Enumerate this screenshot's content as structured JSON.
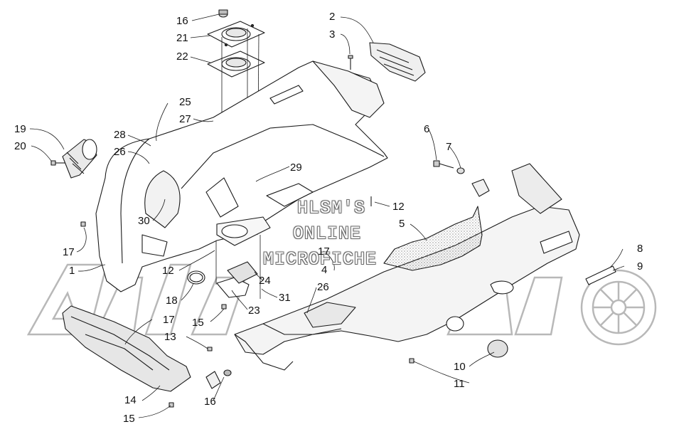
{
  "diagram": {
    "callouts": [
      {
        "id": "c16a",
        "text": "16"
      },
      {
        "id": "c21",
        "text": "21"
      },
      {
        "id": "c22",
        "text": "22"
      },
      {
        "id": "c2",
        "text": "2"
      },
      {
        "id": "c3",
        "text": "3"
      },
      {
        "id": "c25",
        "text": "25"
      },
      {
        "id": "c27",
        "text": "27"
      },
      {
        "id": "c19",
        "text": "19"
      },
      {
        "id": "c20",
        "text": "20"
      },
      {
        "id": "c28",
        "text": "28"
      },
      {
        "id": "c26a",
        "text": "26"
      },
      {
        "id": "c29",
        "text": "29"
      },
      {
        "id": "c6",
        "text": "6"
      },
      {
        "id": "c7",
        "text": "7"
      },
      {
        "id": "c12a",
        "text": "12"
      },
      {
        "id": "c5",
        "text": "5"
      },
      {
        "id": "c30",
        "text": "30"
      },
      {
        "id": "c17a",
        "text": "17"
      },
      {
        "id": "c1",
        "text": "1"
      },
      {
        "id": "c12b",
        "text": "12"
      },
      {
        "id": "c17b",
        "text": "17"
      },
      {
        "id": "c4",
        "text": "4"
      },
      {
        "id": "c24",
        "text": "24"
      },
      {
        "id": "c8",
        "text": "8"
      },
      {
        "id": "c9",
        "text": "9"
      },
      {
        "id": "c18",
        "text": "18"
      },
      {
        "id": "c31",
        "text": "31"
      },
      {
        "id": "c26b",
        "text": "26"
      },
      {
        "id": "c23",
        "text": "23"
      },
      {
        "id": "c15a",
        "text": "15"
      },
      {
        "id": "c17c",
        "text": "17"
      },
      {
        "id": "c13",
        "text": "13"
      },
      {
        "id": "c10",
        "text": "10"
      },
      {
        "id": "c11",
        "text": "11"
      },
      {
        "id": "c14",
        "text": "14"
      },
      {
        "id": "c16b",
        "text": "16"
      },
      {
        "id": "c15b",
        "text": "15"
      }
    ],
    "watermark": {
      "line1": "HLSM'S",
      "line2": "ONLINE",
      "line3": "MICROFICHE"
    },
    "background_logo_text": "Arctic Cat",
    "colors": {
      "line": "#1a1a1a",
      "logo_outline": "#b8b8b8",
      "watermark_outline": "#6b6b6b"
    }
  }
}
